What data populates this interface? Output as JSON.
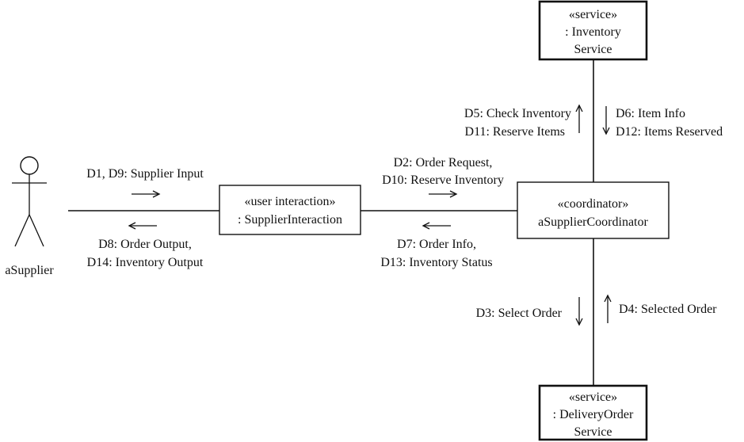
{
  "actor": {
    "name": "aSupplier"
  },
  "objects": {
    "inventory_service": {
      "stereotype": "«service»",
      "name_line1": ": Inventory",
      "name_line2": "Service"
    },
    "supplier_interaction": {
      "stereotype": "«user interaction»",
      "name": ": SupplierInteraction"
    },
    "supplier_coordinator": {
      "stereotype": "«coordinator»",
      "name": "aSupplierCoordinator"
    },
    "delivery_order_service": {
      "stereotype": "«service»",
      "name_line1": ": DeliveryOrder",
      "name_line2": "Service"
    }
  },
  "messages": {
    "supplier_input": "D1, D9: Supplier Input",
    "order_output": "D8: Order Output,",
    "inventory_output": "D14: Inventory Output",
    "order_request": "D2: Order Request,",
    "reserve_inventory": "D10: Reserve Inventory",
    "order_info": "D7: Order Info,",
    "inventory_status": "D13: Inventory Status",
    "check_inventory": "D5: Check Inventory",
    "reserve_items": "D11: Reserve Items",
    "item_info": "D6: Item Info",
    "items_reserved": "D12: Items Reserved",
    "select_order": "D3: Select Order",
    "selected_order": "D4: Selected Order"
  }
}
